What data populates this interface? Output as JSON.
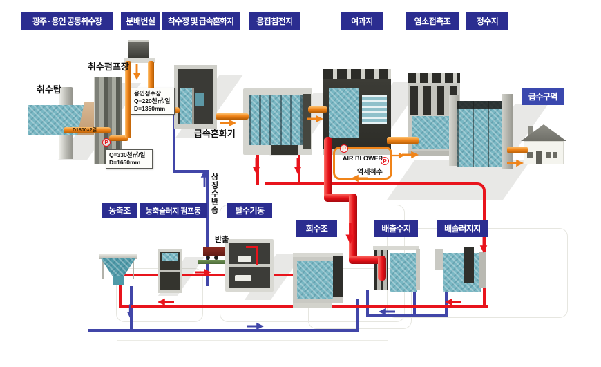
{
  "labels": {
    "top": [
      {
        "text": "광주 · 용인 공동취수장"
      },
      {
        "text": "분배변실"
      },
      {
        "text": "착수정 및 급속혼화지"
      },
      {
        "text": "응집침전지"
      },
      {
        "text": "여과지"
      },
      {
        "text": "염소접촉조"
      },
      {
        "text": "정수지"
      }
    ],
    "supply_zone": "급수구역",
    "bottom": [
      "농축조",
      "농축슬러지 펌프동",
      "탈수기동",
      "회수조",
      "배출수지",
      "배슬러지지"
    ]
  },
  "annotations": {
    "intake_tower": "취수탑",
    "intake_pump_station": "취수펌프장",
    "yongin_box": {
      "title": "용인정수장",
      "q": "Q=220천㎥/일",
      "d": "D=1350mm"
    },
    "gwangju_box": {
      "q": "Q=330천㎥/일",
      "d": "D=1650mm"
    },
    "pipe_spec": "D1800×2열",
    "rapid_mixer": "급속혼화기",
    "air_blower": "AIR BLOWER",
    "backwash_water": "역세척수",
    "supernatant_return": "상징수반송",
    "carry_out": "반출",
    "pump_symbol": "P"
  },
  "colors": {
    "label_bg": "#2b2d90",
    "supply_label_bg": "#3a48ae",
    "pipe_orange": "#f08419",
    "pipe_red": "#e8141c",
    "pipe_blue": "#4146a8",
    "water_teal": "#79b7c3"
  }
}
